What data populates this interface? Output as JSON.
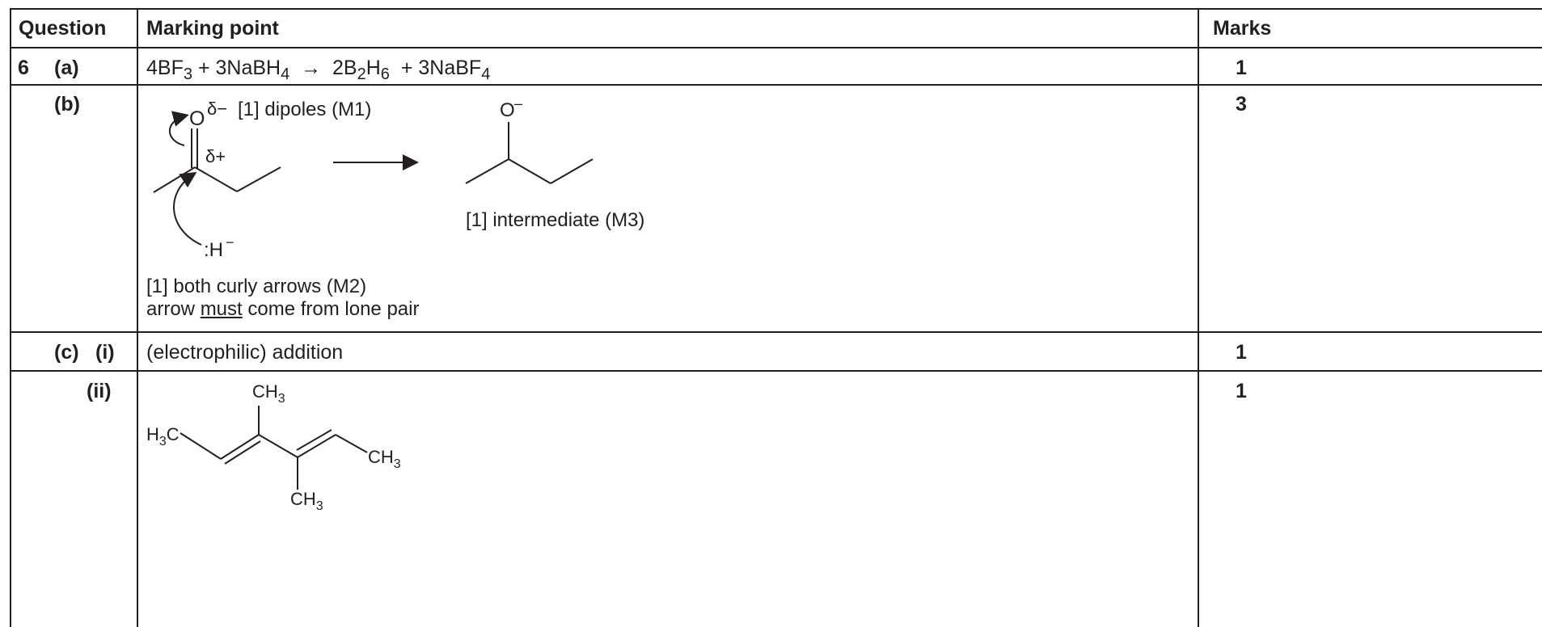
{
  "header": {
    "question": "Question",
    "marking_point": "Marking point",
    "marks": "Marks"
  },
  "rows": [
    {
      "q": "6",
      "part": "(a)",
      "eq": {
        "lhs1": "4BF",
        "lhs1_sub": "3",
        "plus1": "+ 3NaBH",
        "plus1_sub": "4",
        "arrow": "→",
        "rhs1": "2B",
        "rhs1_sub1": "2",
        "rhs1_mid": "H",
        "rhs1_sub2": "6",
        "rhs2": "+ 3NaBF",
        "rhs2_sub": "4"
      },
      "marks": "1"
    },
    {
      "part": "(b)",
      "mech": {
        "o_label": "O",
        "delta_minus": "δ−",
        "dipoles": "[1] dipoles (M1)",
        "delta_plus": "δ+",
        "hydride": ":H",
        "hydride_charge": "−",
        "product_o": "O",
        "product_charge": "–",
        "intermediate": "[1] intermediate (M3)",
        "curly_note_1": "[1] both curly arrows (M2)",
        "curly_note_2_a": "arrow ",
        "curly_note_2_u": "must",
        "curly_note_2_b": " come from lone pair"
      },
      "marks": "3"
    },
    {
      "part": "(c)",
      "sub": "(i)",
      "answer": "(electrophilic) addition",
      "marks": "1"
    },
    {
      "sub": "(ii)",
      "struct": {
        "h3c": "H",
        "h3c_sub": "3",
        "h3c_c": "C",
        "ch3": "CH",
        "ch3_sub": "3"
      },
      "marks": "1"
    }
  ]
}
